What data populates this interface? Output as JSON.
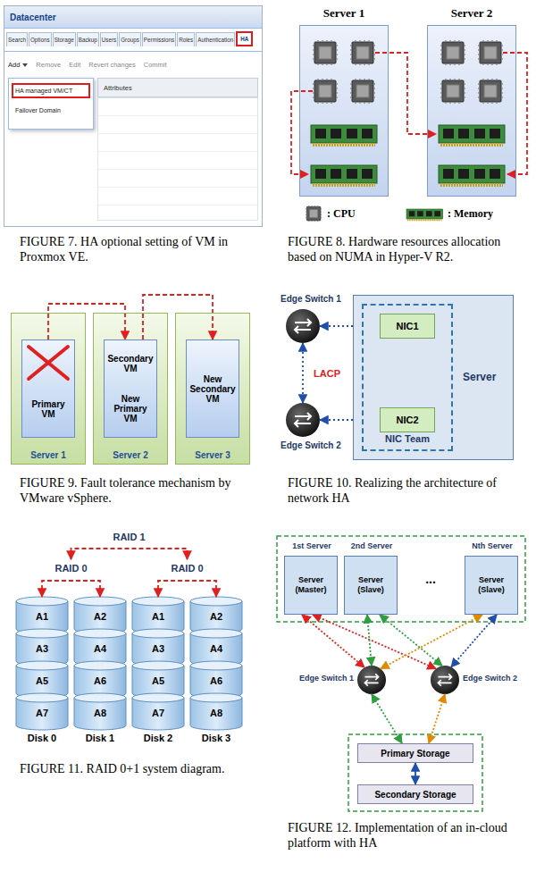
{
  "diagram": {
    "nodes": [
      {
        "text": [
          "Server 1"
        ]
      },
      {
        "text": [
          "Server 2"
        ]
      },
      {
        "text": [
          "Server 1"
        ]
      },
      {
        "text": [
          "Primary VM"
        ],
        "in": 2
      },
      {
        "text": [
          "Server 2"
        ]
      },
      {
        "text": [
          "Secondary VM",
          "New Primary VM"
        ],
        "in": 4
      },
      {
        "text": [
          "Server 3"
        ]
      },
      {
        "text": [
          "New Secondary VM"
        ],
        "in": 6
      },
      {
        "text": [
          "Edge Switch 1"
        ]
      },
      {
        "text": [
          "Edge Switch 2"
        ]
      },
      {
        "text": [
          "Server"
        ]
      },
      {
        "text": [
          "NIC Team"
        ],
        "in": 10
      },
      {
        "text": [
          "NIC1"
        ],
        "in": 11
      },
      {
        "text": [
          "NIC2"
        ],
        "in": 11
      },
      {
        "text": [
          "A1",
          "A3",
          "A5",
          "A7",
          "Disk 0"
        ]
      },
      {
        "text": [
          "A2",
          "A4",
          "A6",
          "A8",
          "Disk 1"
        ]
      },
      {
        "text": [
          "A1",
          "A3",
          "A5",
          "A7",
          "Disk 2"
        ]
      },
      {
        "text": [
          "A2",
          "A4",
          "A6",
          "A8",
          "Disk 3"
        ]
      },
      {
        "text": [
          "1st Server",
          "Server (Master)"
        ]
      },
      {
        "text": [
          "2nd Server",
          "Server (Slave)"
        ]
      },
      {
        "text": [
          "Nth Server",
          "Server (Slave)"
        ]
      },
      {
        "text": [
          "Edge Switch 1"
        ]
      },
      {
        "text": [
          "Edge Switch 2"
        ]
      },
      {
        "text": [
          "Primary Storage"
        ]
      },
      {
        "text": [
          "Secondary Storage"
        ]
      }
    ],
    "edges": [
      {
        "from": 3,
        "to": 5,
        "arrow": "to"
      },
      {
        "from": 5,
        "to": 7,
        "arrow": "to"
      },
      {
        "from": 8,
        "to": 12,
        "arrow": "both"
      },
      {
        "from": 9,
        "to": 13,
        "arrow": "both"
      },
      {
        "from": 8,
        "to": 9,
        "label": "LACP",
        "arrow": "both"
      },
      {
        "from": 14,
        "to": 15,
        "label": "RAID 0",
        "arrow": "both"
      },
      {
        "from": 16,
        "to": 17,
        "label": "RAID 0",
        "arrow": "both"
      },
      {
        "from": 18,
        "to": 21,
        "arrow": "both"
      },
      {
        "from": 18,
        "to": 22,
        "arrow": "both"
      },
      {
        "from": 19,
        "to": 21,
        "arrow": "both"
      },
      {
        "from": 19,
        "to": 22,
        "arrow": "both"
      },
      {
        "from": 20,
        "to": 21,
        "arrow": "both"
      },
      {
        "from": 20,
        "to": 22,
        "arrow": "both"
      },
      {
        "from": 21,
        "to": 23,
        "arrow": "both"
      },
      {
        "from": 22,
        "to": 23,
        "arrow": "both"
      },
      {
        "from": 23,
        "to": 24,
        "arrow": "both"
      }
    ],
    "labels": [
      "Datacenter",
      "Search",
      "Options",
      "Storage",
      "Backup",
      "Users",
      "Groups",
      "Permissions",
      "Roles",
      "Authentication",
      "HA",
      "Add",
      "Remove",
      "Edit",
      "Revert changes",
      "Commit",
      "HA managed VM/CT",
      "Failover Domain",
      "Attributes",
      "RAID 1",
      "...",
      "FIGURE 7. HA optional setting of VM in Proxmox VE.",
      "FIGURE 8. Hardware resources allocation based on NUMA in Hyper-V R2.",
      "FIGURE 9. Fault tolerance mechanism by VMware vSphere.",
      "FIGURE 10. Realizing the architecture of network HA",
      "FIGURE 11. RAID 0+1 system diagram.",
      "FIGURE 12. Implementation of an in-cloud platform with HA"
    ],
    "legend": [
      {
        "text": ": CPU"
      },
      {
        "text": ": Memory"
      }
    ]
  }
}
